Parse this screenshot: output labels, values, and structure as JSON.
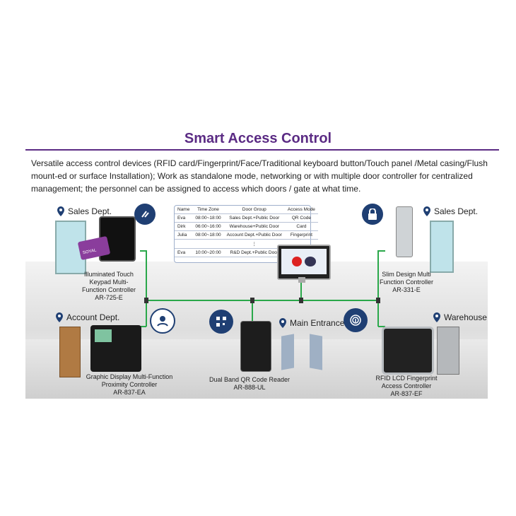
{
  "title": "Smart Access Control",
  "description": "Versatile access control devices (RFID card/Fingerprint/Face/Traditional keyboard button/Touch panel /Metal casing/Flush mount-ed or surface Installation); Work as standalone mode, networking or with multiple door controller for centralized management; the personnel can be assigned to access which doors / gate at what time.",
  "locations": {
    "sales_left": "Sales Dept.",
    "sales_right": "Sales Dept.",
    "account": "Account Dept.",
    "main_entrance": "Main Entrance",
    "warehouse": "Warehouse"
  },
  "schedule": {
    "headers": [
      "Name",
      "Time Zone",
      "Door Group",
      "Access Mode"
    ],
    "rows": [
      [
        "Eva",
        "08:00~18:00",
        "Sales Dept.+Public Door",
        "QR Code"
      ],
      [
        "Dirk",
        "06:00~16:00",
        "Warehouse+Public Door",
        "Card"
      ],
      [
        "Julia",
        "08:00~18:00",
        "Account Dept.+Public Door",
        "Fingerprint"
      ],
      [
        "",
        "",
        "⋮",
        ""
      ],
      [
        "Eva",
        "10:00~20:00",
        "R&D Dept.+Public Door",
        ""
      ]
    ]
  },
  "devices": [
    {
      "name": "Illuminated Touch",
      "line2": "Keypad Multi-",
      "line3": "Function Controller",
      "model": "AR-725-E"
    },
    {
      "name": "Slim Design Multi",
      "line2": "Function Controller",
      "model": "AR-331-E"
    },
    {
      "name": "Graphic Display Multi-Function",
      "line2": "Proximity Controller",
      "model": "AR-837-EA"
    },
    {
      "name": "Dual Band QR Code Reader",
      "model": "AR-888-UL"
    },
    {
      "name": "RFID LCD Fingerprint",
      "line2": "Access Controller",
      "model": "AR-837-EF"
    }
  ],
  "card_brand": "SOYAL",
  "colors": {
    "title": "#5b2b84",
    "icon_bg": "#1f3f73",
    "network": "#2aa84a"
  }
}
